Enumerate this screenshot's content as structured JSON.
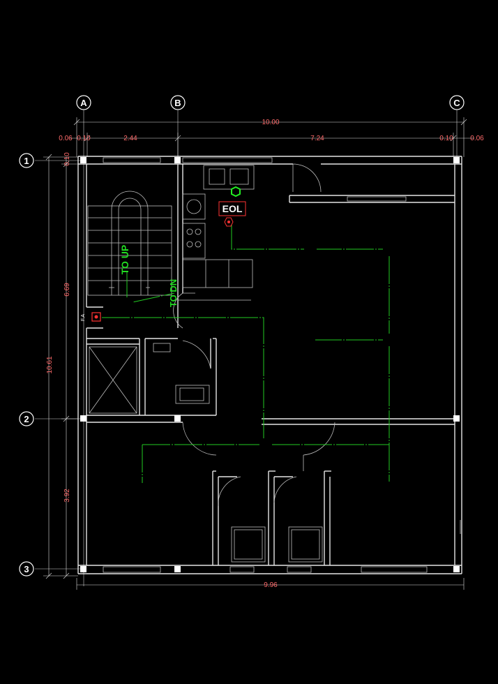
{
  "grid": {
    "columns": [
      "A",
      "B",
      "C"
    ],
    "rows": [
      "1",
      "2",
      "3"
    ]
  },
  "dimensions": {
    "top_overall": "10.00",
    "top_segments": [
      "0.06",
      "0.10",
      "2.44",
      "7.24",
      "0.10",
      "0.06"
    ],
    "left_overall": "10.61",
    "left_segments": [
      "0.10",
      "6.69",
      "3.92"
    ],
    "bottom_overall": "9.96"
  },
  "labels": {
    "eol": "EOL",
    "to_up": "TO UP",
    "to_dn": "TO DN",
    "panel_tag": "F.A"
  },
  "colors": {
    "background": "#000000",
    "wiring": "#22cc22",
    "dimension_text": "#ff6b6b",
    "panel": "#ff3333"
  },
  "symbols": {
    "smoke_detector": "smoke-detector-icon",
    "eol_device": "eol-device-icon",
    "manual_call_point": "call-point-icon"
  }
}
